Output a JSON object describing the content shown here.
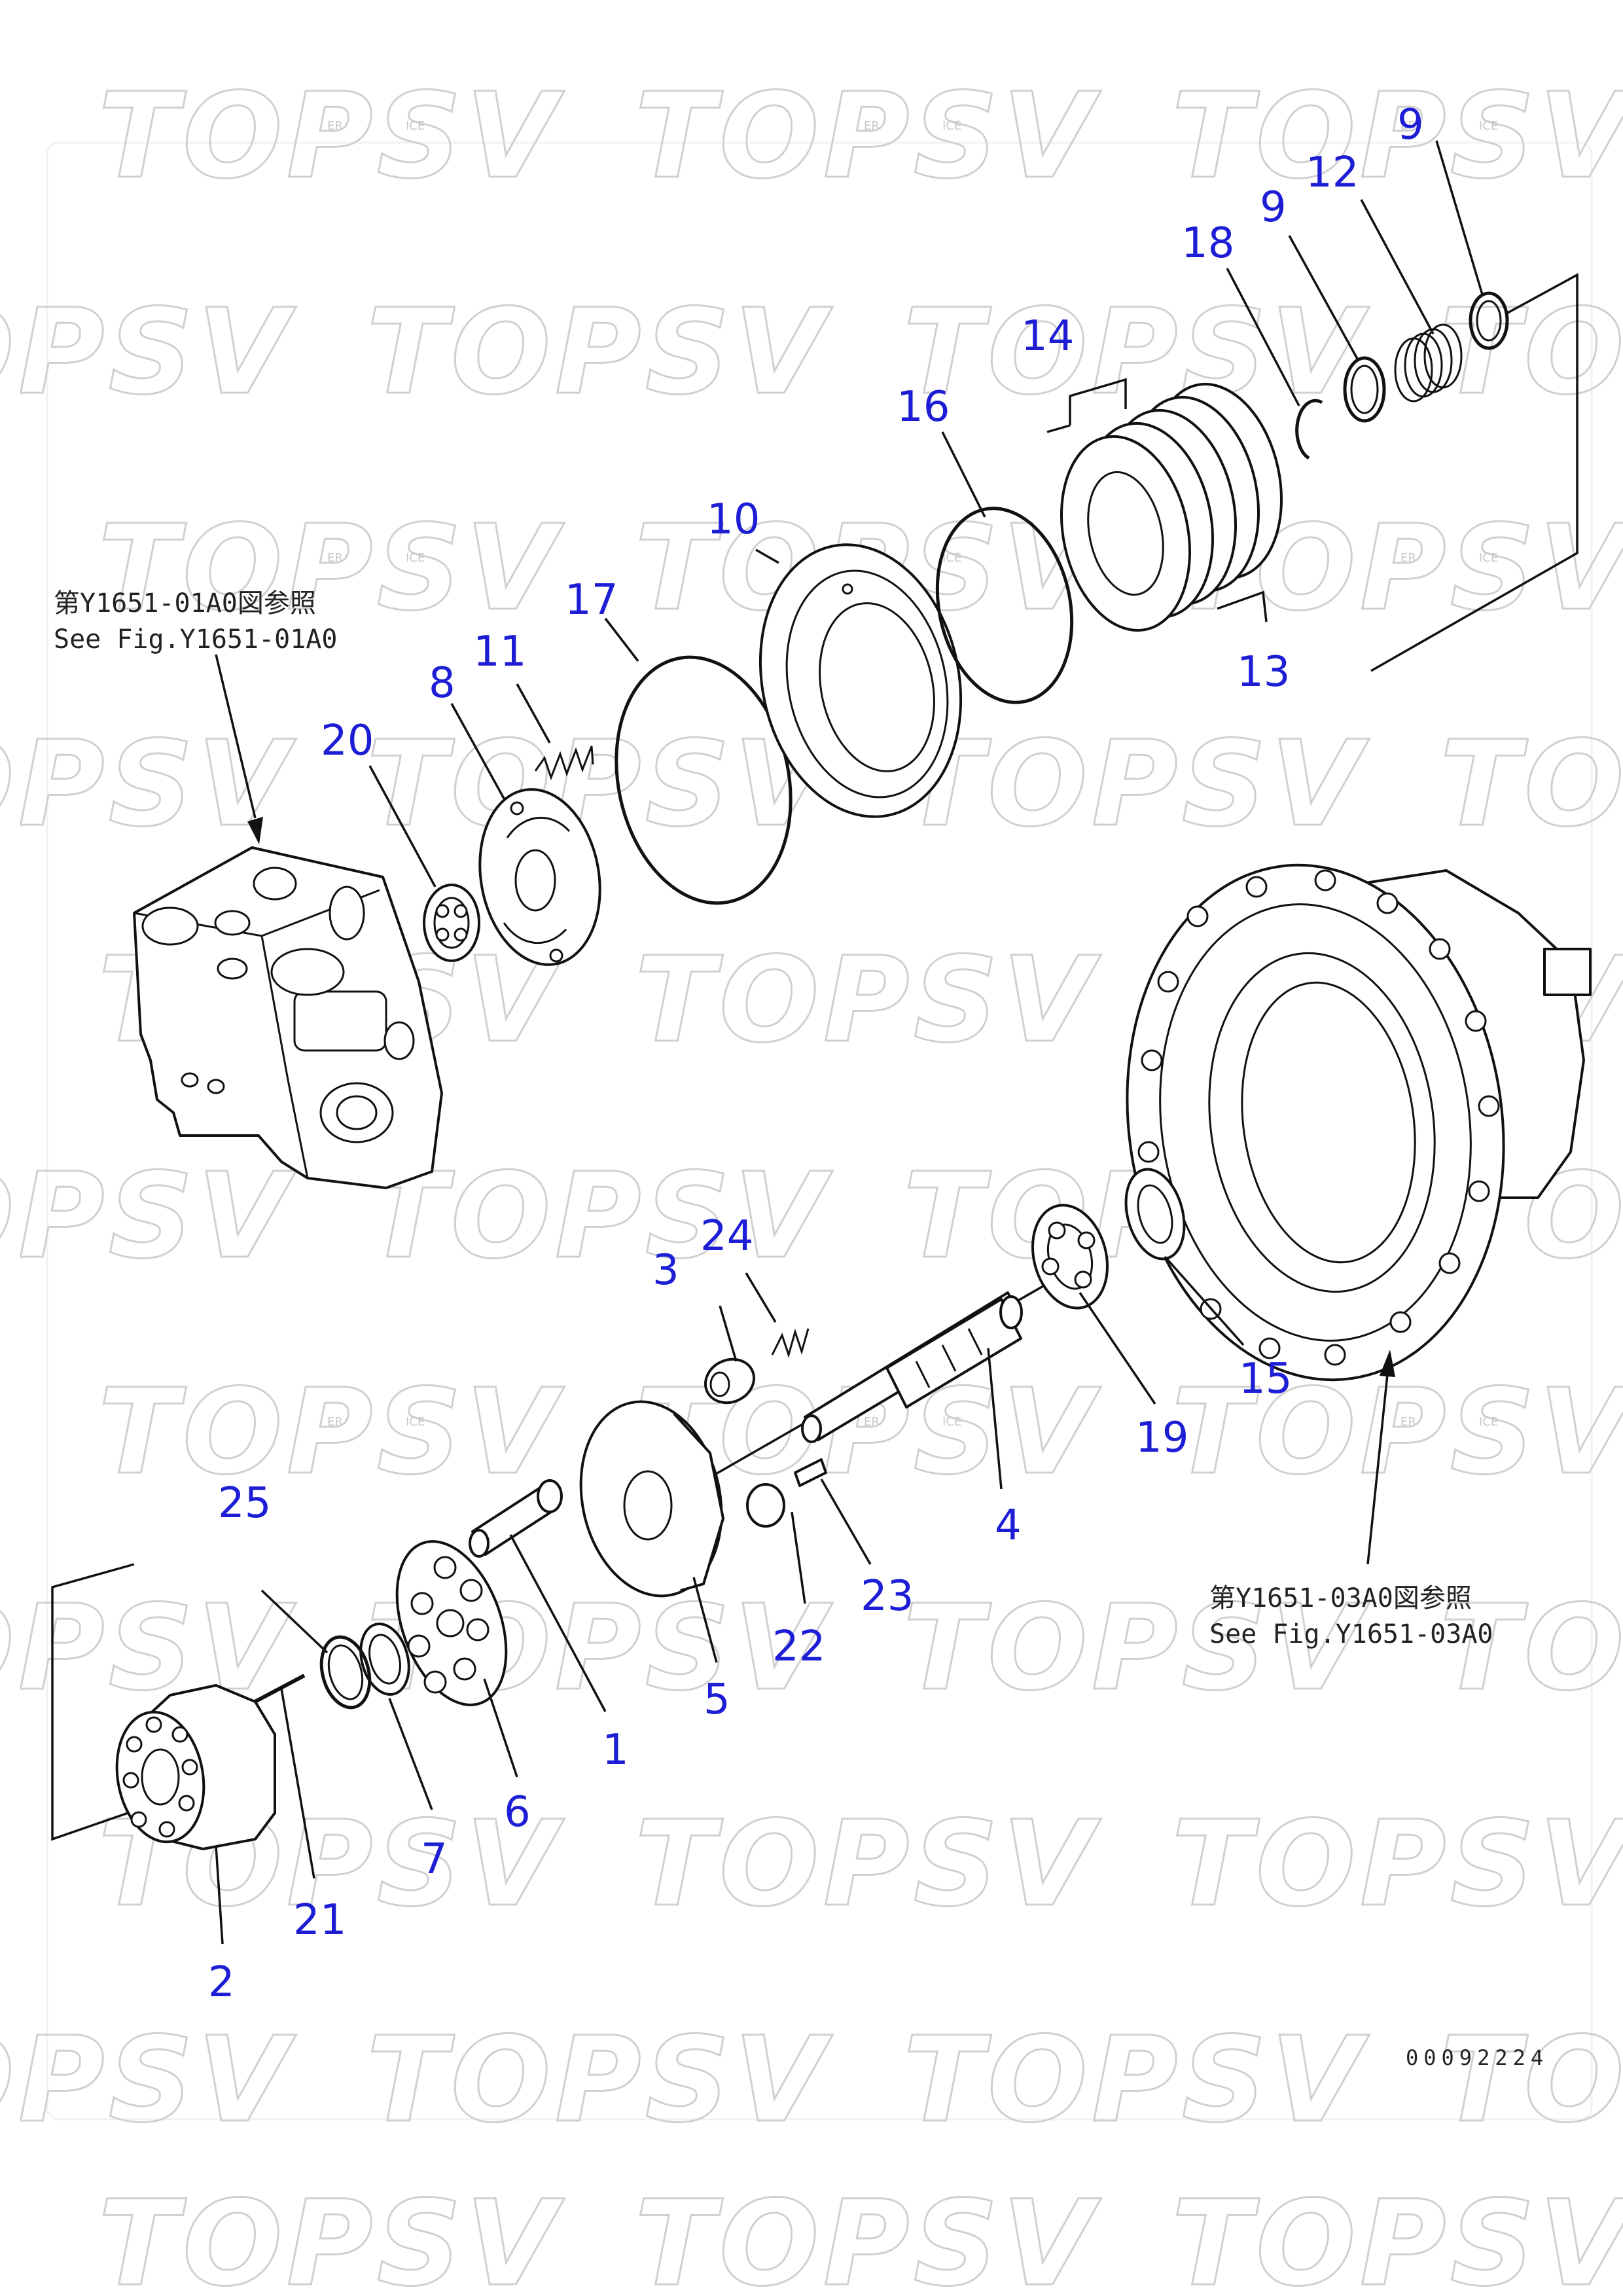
{
  "watermark": {
    "brand": "TOPSV",
    "sub_left": "ER",
    "sub_right": "ICE"
  },
  "refs": {
    "top_left_jp": "第Y1651-01A0図参照",
    "top_left_en": "See Fig.Y1651-01A0",
    "bottom_right_jp": "第Y1651-03A0図参照",
    "bottom_right_en": "See Fig.Y1651-03A0"
  },
  "drawing_number": "00092224",
  "callouts": {
    "n1": "1",
    "n2": "2",
    "n3": "3",
    "n4": "4",
    "n5": "5",
    "n6": "6",
    "n7": "7",
    "n8": "8",
    "n9a": "9",
    "n9b": "9",
    "n10": "10",
    "n11": "11",
    "n12": "12",
    "n13": "13",
    "n14": "14",
    "n15": "15",
    "n16": "16",
    "n17": "17",
    "n18": "18",
    "n19": "19",
    "n20": "20",
    "n21": "21",
    "n22": "22",
    "n23": "23",
    "n24": "24",
    "n25": "25"
  },
  "colors": {
    "callout": "#1d1dd6",
    "line": "#111111",
    "watermark": "#d0d0d0"
  }
}
